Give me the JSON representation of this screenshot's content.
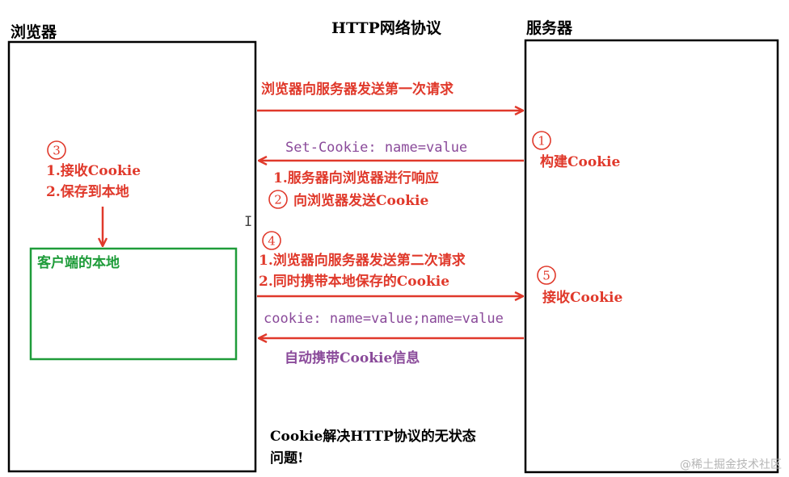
{
  "header": {
    "browser": "浏览器",
    "protocol": "HTTP网络协议",
    "server": "服务器"
  },
  "steps": {
    "request1": "浏览器向服务器发送第一次请求",
    "set_cookie": "Set-Cookie: name=value",
    "build_num": "1",
    "build": "构建Cookie",
    "respond": "1.服务器向浏览器进行响应",
    "send_num": "2",
    "send": "向浏览器发送Cookie",
    "receive_num": "3",
    "receive": "1.接收Cookie",
    "save": "2.保存到本地",
    "request2_num": "4",
    "request2": "1.浏览器向服务器发送第二次请求",
    "carry": "2.同时携带本地保存的Cookie",
    "server_receive_num": "5",
    "server_receive": "接收Cookie",
    "cookie_header": "cookie: name=value;name=value",
    "auto_carry": "自动携带Cookie信息"
  },
  "local_store": {
    "label": "客户端的本地"
  },
  "note": {
    "line1": "Cookie解决HTTP协议的无状态",
    "line2": "问题!"
  },
  "watermark": "@稀土掘金技术社区",
  "colors": {
    "arrow": "#e0392b",
    "purple": "#8a4a9a",
    "green": "#1f9c3a"
  }
}
